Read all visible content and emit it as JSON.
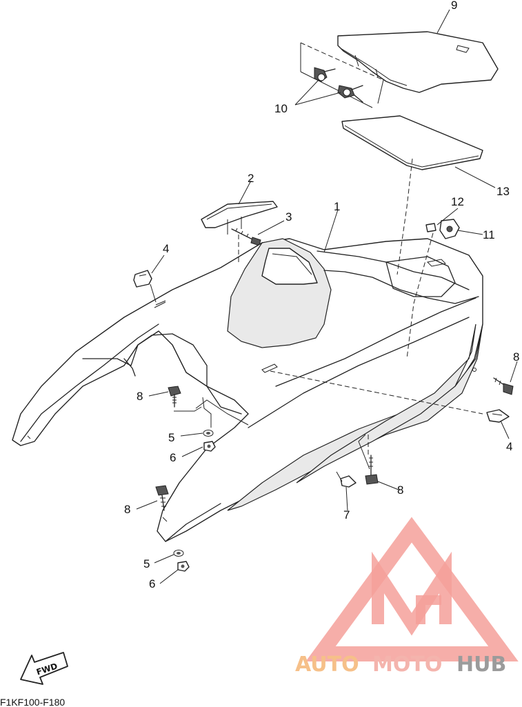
{
  "callouts": {
    "c1": "1",
    "c2": "2",
    "c3": "3",
    "c4a": "4",
    "c4b": "4",
    "c5a": "5",
    "c5b": "5",
    "c6a": "6",
    "c6b": "6",
    "c7": "7",
    "c8a": "8",
    "c8b": "8",
    "c8c": "8",
    "c8d": "8",
    "c9": "9",
    "c10": "10",
    "c11": "11",
    "c12": "12",
    "c13": "13"
  },
  "direction_arrow": {
    "label": "FWD",
    "icon": "fwd-arrow-icon"
  },
  "diagram_code": "F1KF100-F180",
  "watermark": {
    "part1": "AUTO",
    "part2": "MOTO",
    "part3": "HUB",
    "colors": {
      "logo": "#f4a09a",
      "auto": "#f6c089",
      "moto": "#f4b4ad",
      "hub": "#9b9b9b"
    }
  }
}
